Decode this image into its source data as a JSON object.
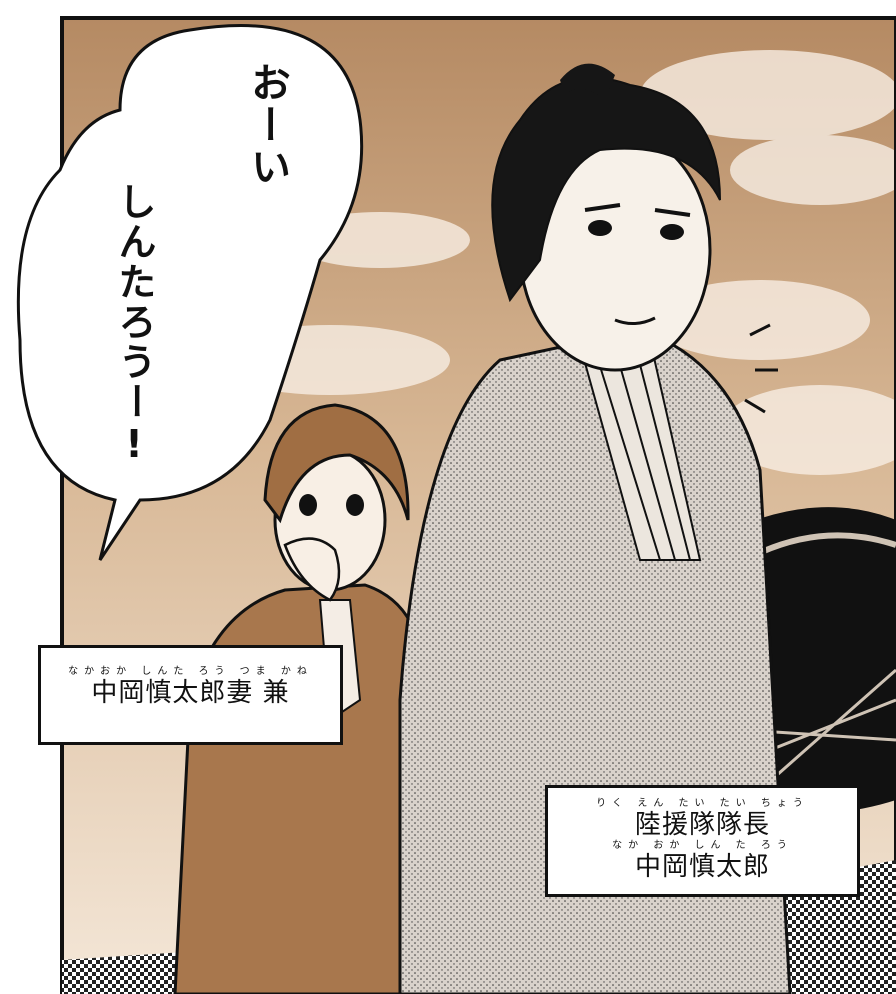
{
  "speech": {
    "line1": "おーい",
    "line2": "しんたろうー!"
  },
  "caption_wife": {
    "ruby": "なかおか しんた ろう つま かね",
    "name": "中岡慎太郎妻 兼"
  },
  "caption_shintaro": {
    "title_ruby": "りく えん たい たい ちょう",
    "title": "陸援隊隊長",
    "name_ruby": "なか おか しん た ろう",
    "name": "中岡慎太郎"
  },
  "colors": {
    "sepia_dark": "#a8774d",
    "sepia_light": "#f3e2cf",
    "ink": "#111111"
  }
}
